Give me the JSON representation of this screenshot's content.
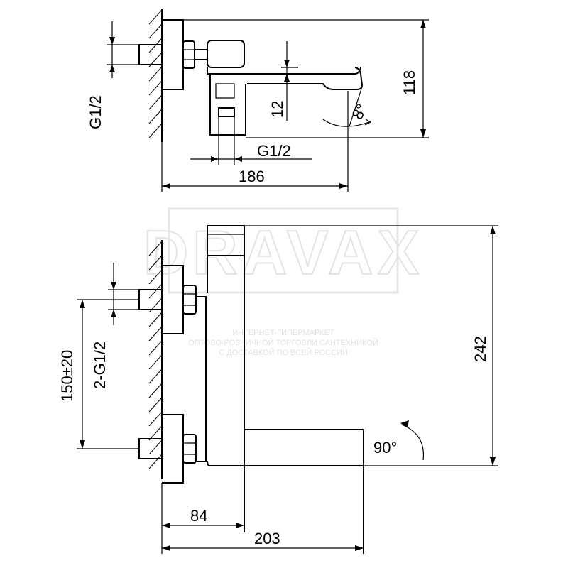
{
  "watermark": {
    "brand": "DRAVAX",
    "line1": "ИНТЕРНЕТ-ГИПЕРМАРКЕТ",
    "line2": "ОПТОВО-РОЗНИЧНОЙ ТОРГОВЛИ САНТЕХНИКОЙ",
    "line3": "С ДОСТАВКОЙ ПО ВСЕЙ РОССИИ"
  },
  "top_view": {
    "thread_label": "G1/2",
    "height_label": "118",
    "offset_label": "12",
    "angle_label": "8°",
    "outlet_thread_label": "G1/2",
    "width_label": "186"
  },
  "front_view": {
    "height_label": "242",
    "spacing_label": "150±20",
    "inlet_label": "2-G1/2",
    "rotation_label": "90°",
    "depth_label": "84",
    "reach_label": "203"
  }
}
